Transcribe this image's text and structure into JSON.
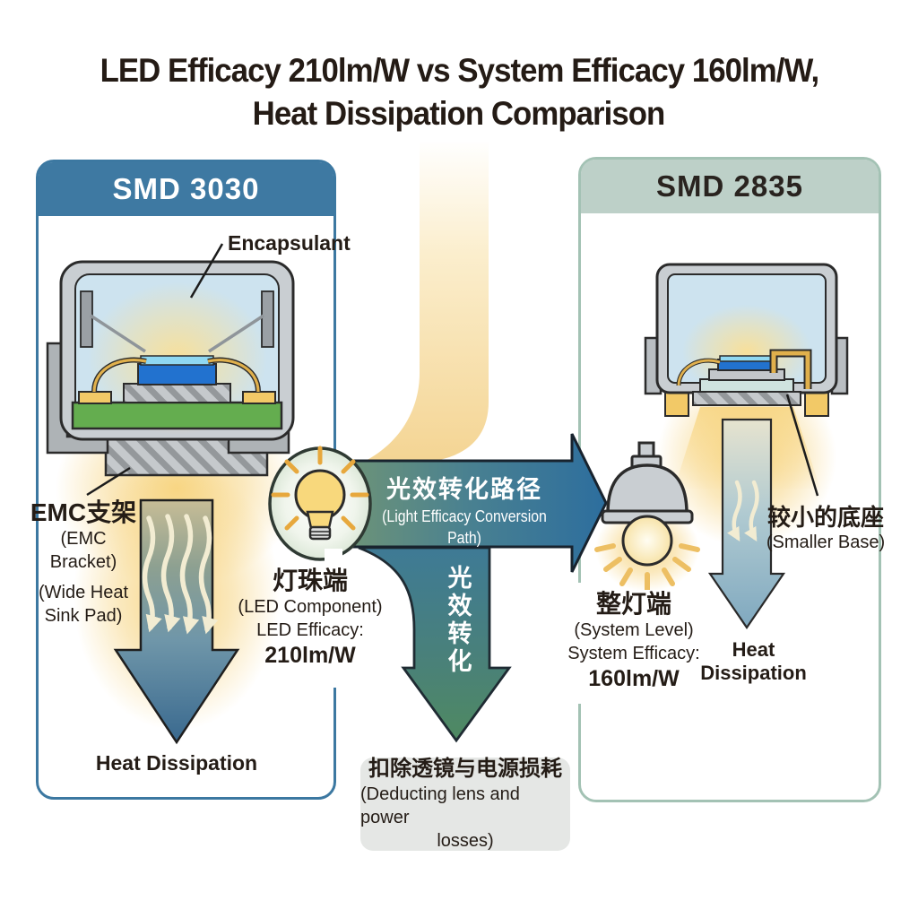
{
  "title": {
    "line1": "LED Efficacy 210lm/W vs System Efficacy 160lm/W,",
    "line2": "Heat Dissipation Comparison"
  },
  "left_panel": {
    "header": "SMD 3030",
    "encapsulant_label": "Encapsulant",
    "bracket_label_zh": "EMC支架",
    "bracket_label_en": "(EMC Bracket)",
    "pad_label_line1": "(Wide Heat",
    "pad_label_line2": "Sink Pad)",
    "heat_label": "Heat Dissipation"
  },
  "center": {
    "conversion_arrow_zh": "光效转化路径",
    "conversion_arrow_en": "(Light Efficacy Conversion Path)",
    "led_stage_zh": "灯珠端",
    "led_stage_en": "(LED Component)",
    "led_efficacy_label": "LED Efficacy:",
    "led_efficacy_value": "210lm/W",
    "down_arrow_chars": [
      "光",
      "效",
      "转",
      "化"
    ],
    "losses_zh": "扣除透镜与电源损耗",
    "losses_en_line1": "(Deducting lens and power",
    "losses_en_line2": "losses)"
  },
  "right_panel": {
    "header": "SMD 2835",
    "base_label_zh": "较小的底座",
    "base_label_en": "(Smaller Base)",
    "system_stage_zh": "整灯端",
    "system_stage_en": "(System Level)",
    "system_efficacy_label": "System Efficacy:",
    "system_efficacy_value": "160lm/W",
    "heat_label": "Heat Dissipation"
  },
  "icons": [
    "bulb-icon",
    "lamp-icon",
    "heat-wave-arrows",
    "heat-down-arrow"
  ],
  "colors": {
    "left_header_bg": "#3e79a2",
    "left_panel_border": "#3c78a1",
    "right_header_bg": "#bdd0c8",
    "right_panel_border": "#a3c2b4",
    "conversion_arrow_green": "#6d9378",
    "conversion_arrow_blue": "#2d6e9e",
    "heat_arrow_blue": "#38688e",
    "branch_arrow_green": "#4f8a60",
    "glow_amber": "#f6d795",
    "losses_box_bg": "#e5e7e5",
    "chip_blue": "#2272cf",
    "substrate_green": "#64ad4f",
    "gold_wire": "#e0b04c"
  }
}
